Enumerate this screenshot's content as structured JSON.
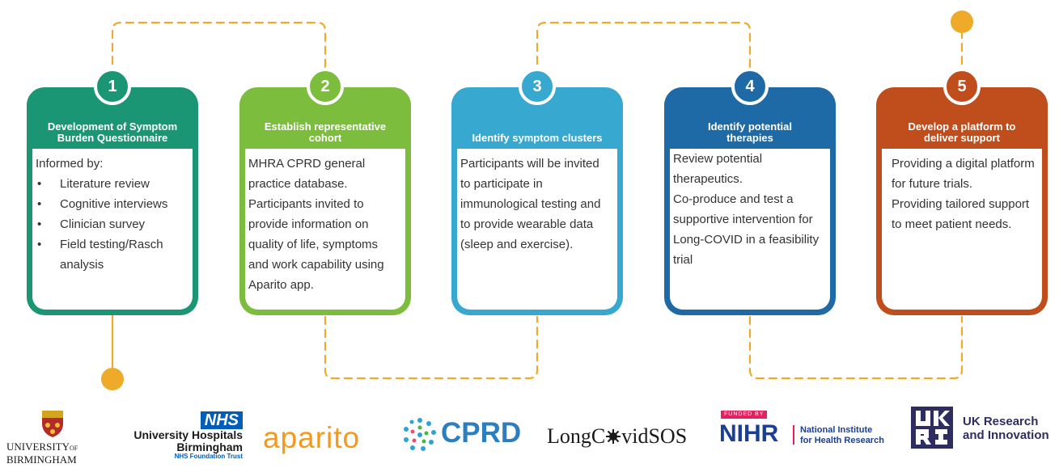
{
  "colors": {
    "step1": "#1b9675",
    "step2": "#7cbd3e",
    "step3": "#37a8cf",
    "step4": "#1e6aa6",
    "step5": "#c04d1c",
    "dash": "#eeaa29",
    "nhs": "#005eb8"
  },
  "steps": [
    {
      "number": "1",
      "title": "Development of Symptom Burden Questionnaire",
      "intro": "Informed by:",
      "bullets": [
        "Literature review",
        "Cognitive interviews",
        "Clinician survey",
        "Field testing/Rasch analysis"
      ]
    },
    {
      "number": "2",
      "title": "Establish representative cohort",
      "paragraphs": [
        "MHRA CPRD general practice database. Participants invited to provide information on quality of life, symptoms and work capability using Aparito app."
      ]
    },
    {
      "number": "3",
      "title": "Identify symptom clusters",
      "paragraphs": [
        "Participants will be invited to participate in immunological testing and to provide wearable data (sleep and exercise)."
      ]
    },
    {
      "number": "4",
      "title": "Identify potential therapies",
      "paragraphs": [
        "Review potential therapeutics.",
        "Co-produce and test a supportive intervention for Long-COVID in a feasibility trial"
      ]
    },
    {
      "number": "5",
      "title": "Develop a platform to deliver support",
      "paragraphs": [
        "Providing a digital platform for future trials.",
        "Providing tailored support to meet patient needs."
      ]
    }
  ],
  "logos": {
    "uob": {
      "line1": "UNIVERSITY",
      "of": "OF",
      "line2": "BIRMINGHAM"
    },
    "uhb": {
      "badge": "NHS",
      "line1": "University Hospitals",
      "line2": "Birmingham",
      "line3": "NHS Foundation Trust"
    },
    "aparito": "aparito",
    "cprd": "CPRD",
    "longcovid": {
      "a": "LongC",
      "b": "vidSOS"
    },
    "nihr": {
      "funded": "FUNDED BY",
      "name": "NIHR",
      "line1": "National Institute",
      "line2": "for Health Research"
    },
    "ukri": {
      "line1": "UK Research",
      "line2": "and Innovation"
    }
  }
}
